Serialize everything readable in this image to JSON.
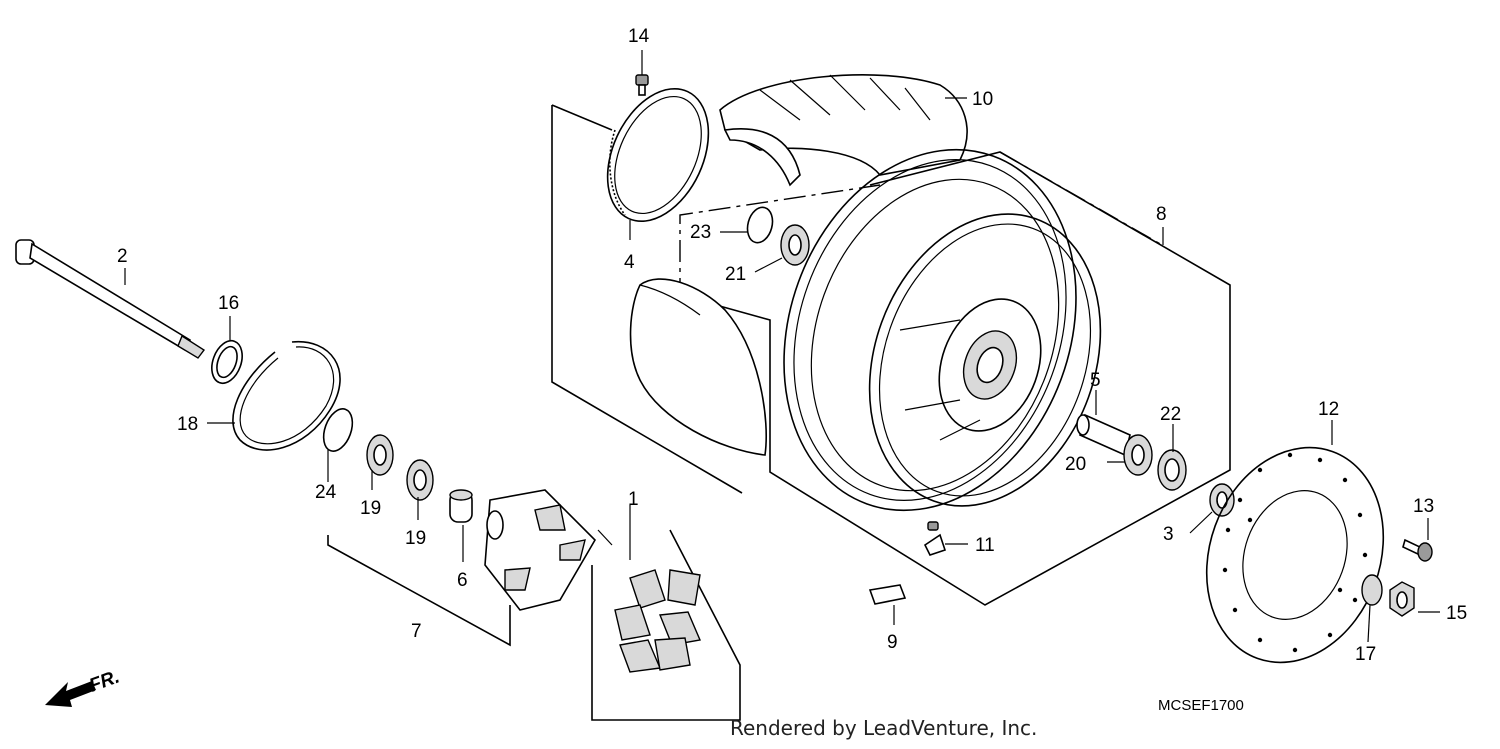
{
  "diagram_code": "MCSEF1700",
  "credit": "Rendered by LeadVenture, Inc.",
  "direction_label": "FR.",
  "callouts": {
    "c1": "1",
    "c2": "2",
    "c3": "3",
    "c4": "4",
    "c5": "5",
    "c6": "6",
    "c7": "7",
    "c8": "8",
    "c9": "9",
    "c10": "10",
    "c11": "11",
    "c12": "12",
    "c13": "13",
    "c14": "14",
    "c15": "15",
    "c16": "16",
    "c17": "17",
    "c18": "18",
    "c19a": "19",
    "c19b": "19",
    "c20": "20",
    "c21": "21",
    "c22": "22",
    "c23": "23",
    "c24": "24"
  },
  "icons": {
    "front_arrow": "arrow-down-left-icon"
  }
}
